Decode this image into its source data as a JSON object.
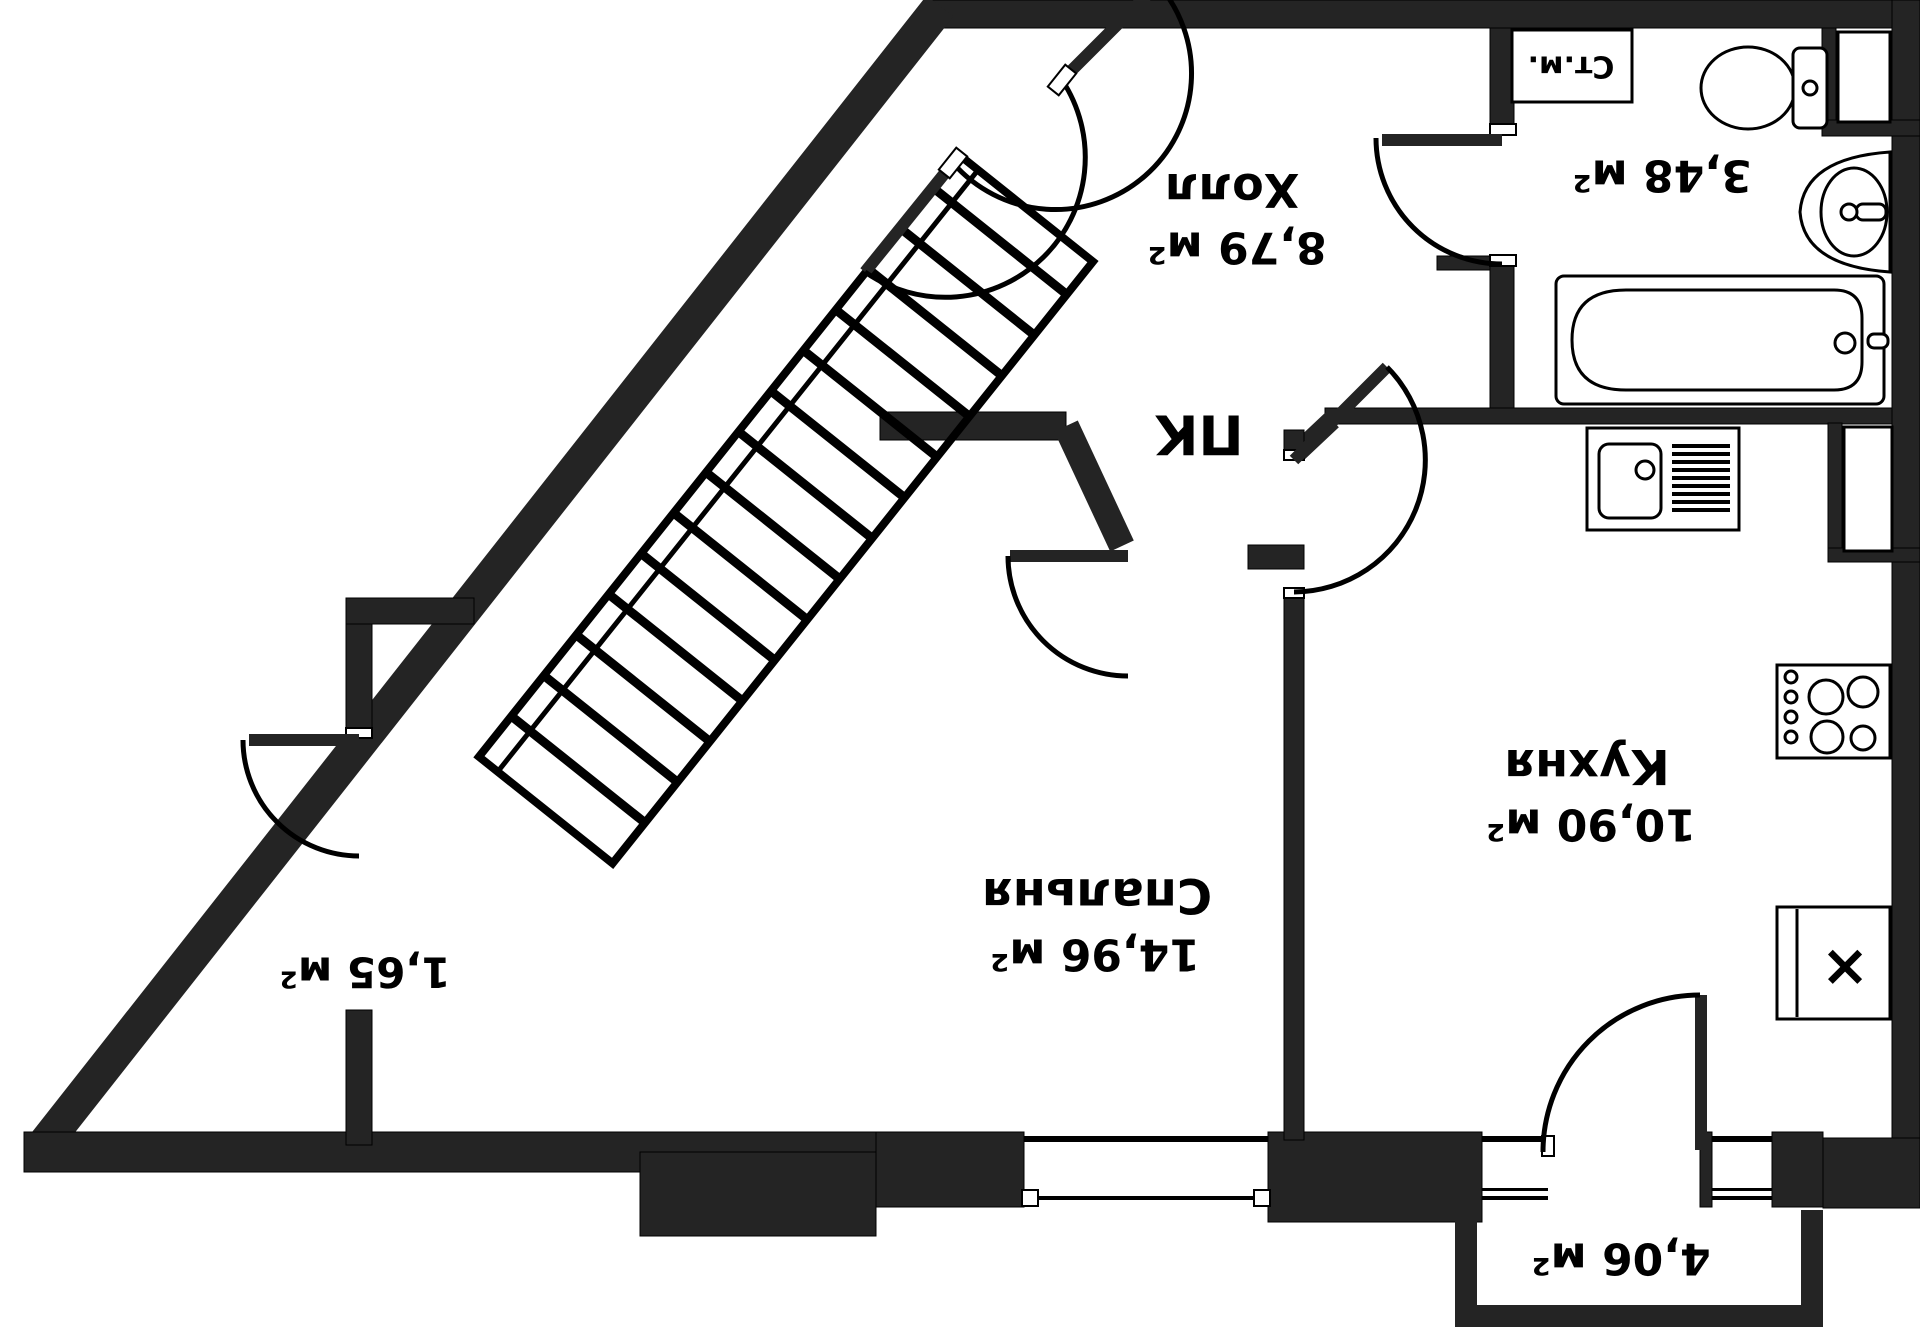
{
  "title": "Apartment floor plan (labels printed rotated 180°)",
  "units": "м²",
  "colors": {
    "wall": "#242424",
    "line": "#000000",
    "background": "#ffffff"
  },
  "labels": {
    "washing_machine": "Ст.м.",
    "pk": "ПК",
    "fridge_mark": "×"
  },
  "rooms": {
    "hall": {
      "name": "Холл",
      "area": "8,79 м²"
    },
    "bathroom": {
      "area": "3,48 м²"
    },
    "kitchen": {
      "name": "Кухня",
      "area": "10,90 м²"
    },
    "bedroom": {
      "name": "Спальня",
      "area": "14,96 м²"
    },
    "storage": {
      "area": "1,65 м²"
    },
    "balcony": {
      "area": "4,06 м²"
    }
  },
  "fixtures": [
    "staircase",
    "toilet",
    "washbasin",
    "bathtub",
    "kitchen-sink-with-drainer",
    "stove-4-burners",
    "fridge-unit-x",
    "washing-machine-box"
  ]
}
